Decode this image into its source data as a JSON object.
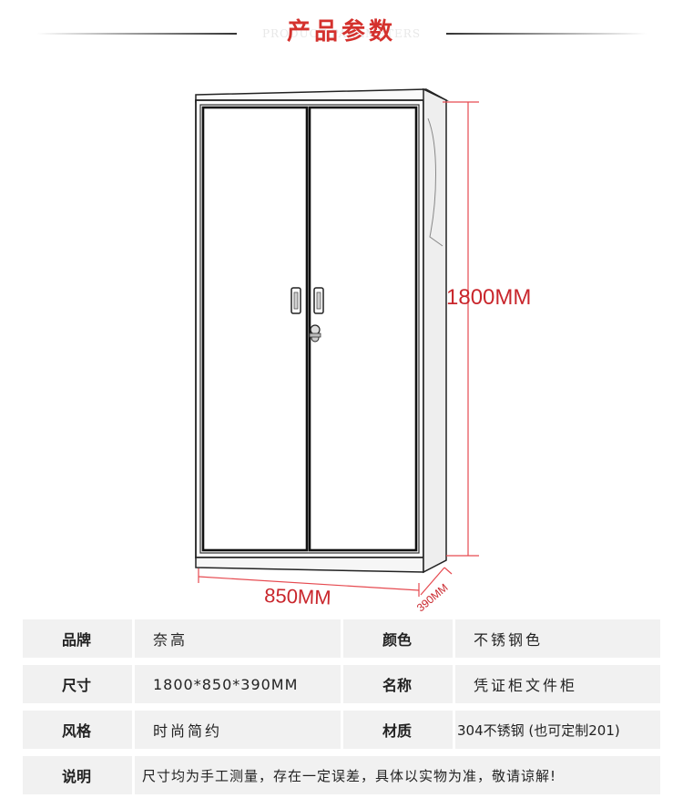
{
  "header": {
    "title": "产品参数",
    "subtitle": "PRODUCT PARAMETERS"
  },
  "dimensions": {
    "height": "1800MM",
    "width": "850MM",
    "depth": "390MM"
  },
  "colors": {
    "accent": "#d4312d",
    "dimension_line": "#e64a50",
    "table_bg": "#f1f1f1"
  },
  "spec_table": {
    "rows": [
      {
        "label1": "品牌",
        "value1": "奈高",
        "label2": "颜色",
        "value2": "不锈钢色"
      },
      {
        "label1": "尺寸",
        "value1": "1800*850*390MM",
        "label2": "名称",
        "value2": "凭证柜文件柜"
      },
      {
        "label1": "风格",
        "value1": "时尚简约",
        "label2": "材质",
        "value2": "304不锈钢 (也可定制201)"
      },
      {
        "label1": "说明",
        "value1": "尺寸均为手工测量，存在一定误差，具体以实物为准，敬请谅解!"
      }
    ]
  }
}
